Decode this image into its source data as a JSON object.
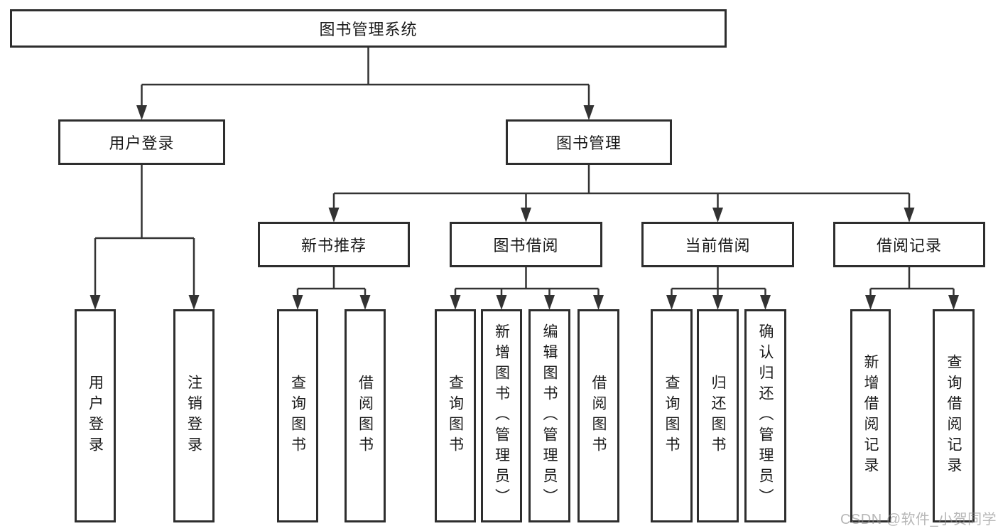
{
  "diagram": {
    "nodes": [
      {
        "id": "root",
        "label": "图书管理系统"
      },
      {
        "id": "user-login",
        "label": "用户登录"
      },
      {
        "id": "book-mgmt",
        "label": "图书管理"
      },
      {
        "id": "new-book-rec",
        "label": "新书推荐"
      },
      {
        "id": "book-borrow",
        "label": "图书借阅"
      },
      {
        "id": "current-borrow",
        "label": "当前借阅"
      },
      {
        "id": "borrow-record",
        "label": "借阅记录"
      },
      {
        "id": "login",
        "label": "用户登录"
      },
      {
        "id": "logout",
        "label": "注销登录"
      },
      {
        "id": "nb-query",
        "label": "查询图书"
      },
      {
        "id": "nb-borrow",
        "label": "借阅图书"
      },
      {
        "id": "bb-query",
        "label": "查询图书"
      },
      {
        "id": "bb-add",
        "label": "新增图书（管理员）"
      },
      {
        "id": "bb-edit",
        "label": "编辑图书（管理员）"
      },
      {
        "id": "bb-borrow",
        "label": "借阅图书"
      },
      {
        "id": "cb-query",
        "label": "查询图书"
      },
      {
        "id": "cb-return",
        "label": "归还图书"
      },
      {
        "id": "cb-confirm",
        "label": "确认归还（管理员）"
      },
      {
        "id": "br-add",
        "label": "新增借阅记录"
      },
      {
        "id": "br-query",
        "label": "查询借阅记录"
      }
    ],
    "edges": [
      {
        "from": "root",
        "to": [
          "user-login",
          "book-mgmt"
        ]
      },
      {
        "from": "user-login",
        "to": [
          "login",
          "logout"
        ]
      },
      {
        "from": "book-mgmt",
        "to": [
          "new-book-rec",
          "book-borrow",
          "current-borrow",
          "borrow-record"
        ]
      },
      {
        "from": "new-book-rec",
        "to": [
          "nb-query",
          "nb-borrow"
        ]
      },
      {
        "from": "book-borrow",
        "to": [
          "bb-query",
          "bb-add",
          "bb-edit",
          "bb-borrow"
        ]
      },
      {
        "from": "current-borrow",
        "to": [
          "cb-query",
          "cb-return",
          "cb-confirm"
        ]
      },
      {
        "from": "borrow-record",
        "to": [
          "br-add",
          "br-query"
        ]
      }
    ]
  },
  "watermark": {
    "text": "CSDN @软件_小贺同学"
  },
  "colors": {
    "line": "#333333",
    "border": "#2e2e2e",
    "text": "#1a1a1a",
    "watermark": "#8a8a8a"
  }
}
